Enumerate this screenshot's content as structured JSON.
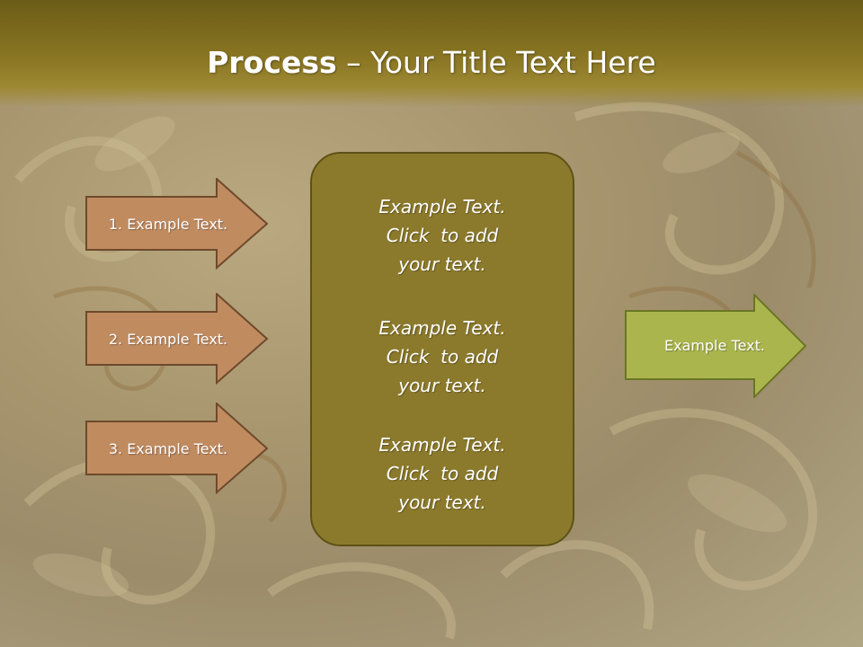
{
  "slide": {
    "title_bold": "Process",
    "title_rest": " – Your Title Text Here"
  },
  "left_arrows": [
    {
      "label": "1. Example Text."
    },
    {
      "label": "2. Example Text."
    },
    {
      "label": "3. Example Text."
    }
  ],
  "center_box": {
    "blocks": [
      {
        "text": "Example Text.\nClick  to add\nyour text."
      },
      {
        "text": "Example Text.\nClick  to add\nyour text."
      },
      {
        "text": "Example Text.\nClick  to add\nyour text."
      }
    ]
  },
  "right_arrow": {
    "label": "Example Text."
  },
  "colors": {
    "header": "#8a7623",
    "left_arrow_fill": "#c18b60",
    "left_arrow_stroke": "#6e4a2c",
    "center_box_fill": "#8c7a2c",
    "right_arrow_fill": "#aab54e",
    "right_arrow_stroke": "#6b7624"
  }
}
